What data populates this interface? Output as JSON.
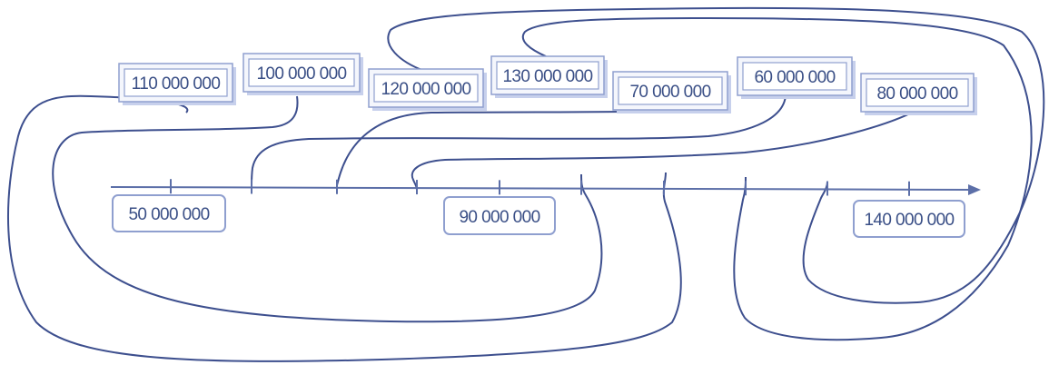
{
  "colors": {
    "line": "#3d4f8e",
    "axis": "#5c6fa8",
    "box_border": "#8f9fcf",
    "box_fill": "#ffffff",
    "box_shadow": "#c7d0ec",
    "text": "#3a4f86"
  },
  "top_numbers": [
    "110 000 000",
    "100 000 000",
    "120 000 000",
    "130 000 000",
    "70 000 000",
    "60 000 000",
    "80 000 000"
  ],
  "axis_labels": [
    "50 000 000",
    "90 000 000",
    "140 000 000"
  ]
}
